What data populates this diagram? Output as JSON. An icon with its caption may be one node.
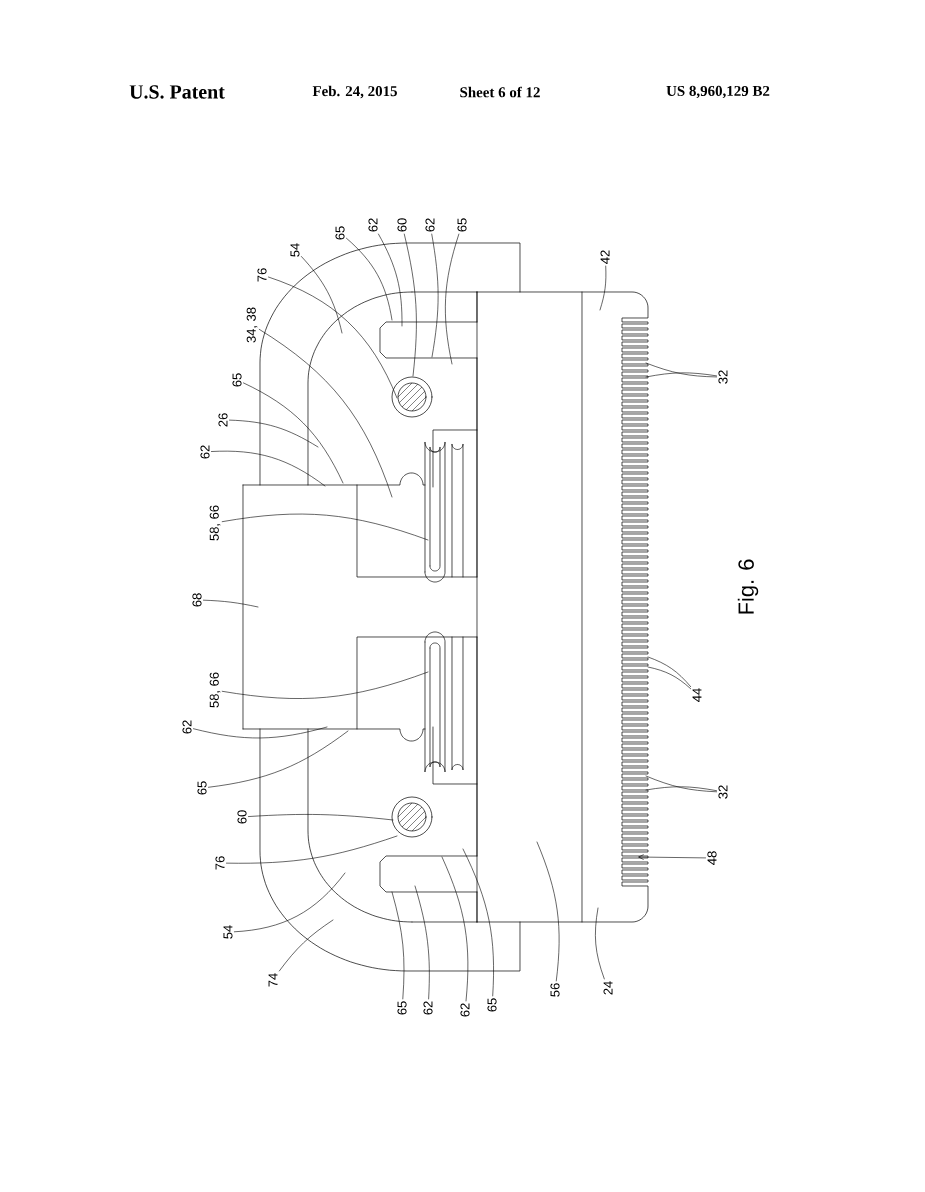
{
  "diagram": {
    "caption": "Fig. 6",
    "nodes": [
      {
        "text": [
          "65"
        ]
      },
      {
        "text": [
          "62"
        ]
      },
      {
        "text": [
          "60"
        ]
      },
      {
        "text": [
          "62"
        ]
      },
      {
        "text": [
          "65"
        ]
      },
      {
        "text": [
          "54"
        ]
      },
      {
        "text": [
          "76"
        ]
      },
      {
        "text": [
          "34, 38"
        ]
      },
      {
        "text": [
          "65"
        ]
      },
      {
        "text": [
          "26"
        ]
      },
      {
        "text": [
          "62"
        ]
      },
      {
        "text": [
          "58, 66"
        ]
      },
      {
        "text": [
          "68"
        ]
      },
      {
        "text": [
          "58, 66"
        ]
      },
      {
        "text": [
          "62"
        ]
      },
      {
        "text": [
          "65"
        ]
      },
      {
        "text": [
          "60"
        ]
      },
      {
        "text": [
          "76"
        ]
      },
      {
        "text": [
          "54"
        ]
      },
      {
        "text": [
          "74"
        ]
      },
      {
        "text": [
          "65"
        ]
      },
      {
        "text": [
          "62"
        ]
      },
      {
        "text": [
          "62"
        ]
      },
      {
        "text": [
          "65"
        ]
      },
      {
        "text": [
          "56"
        ]
      },
      {
        "text": [
          "42"
        ]
      },
      {
        "text": [
          "32"
        ]
      },
      {
        "text": [
          "44"
        ]
      },
      {
        "text": [
          "32"
        ]
      },
      {
        "text": [
          "48"
        ]
      },
      {
        "text": [
          "24"
        ]
      }
    ],
    "edges": [
      {
        "from": 0,
        "to": null,
        "arrow": "none"
      },
      {
        "from": 1,
        "to": null,
        "arrow": "none"
      },
      {
        "from": 2,
        "to": null,
        "arrow": "none"
      },
      {
        "from": 3,
        "to": null,
        "arrow": "none"
      },
      {
        "from": 4,
        "to": null,
        "arrow": "none"
      },
      {
        "from": 5,
        "to": null,
        "arrow": "none"
      },
      {
        "from": 6,
        "to": null,
        "arrow": "none"
      },
      {
        "from": 7,
        "to": null,
        "arrow": "none"
      },
      {
        "from": 8,
        "to": null,
        "arrow": "none"
      },
      {
        "from": 9,
        "to": null,
        "arrow": "none"
      },
      {
        "from": 10,
        "to": null,
        "arrow": "none"
      },
      {
        "from": 11,
        "to": null,
        "arrow": "none"
      },
      {
        "from": 12,
        "to": null,
        "arrow": "none"
      },
      {
        "from": 13,
        "to": null,
        "arrow": "none"
      },
      {
        "from": 14,
        "to": null,
        "arrow": "none"
      },
      {
        "from": 15,
        "to": null,
        "arrow": "none"
      },
      {
        "from": 16,
        "to": null,
        "arrow": "none"
      },
      {
        "from": 17,
        "to": null,
        "arrow": "none"
      },
      {
        "from": 18,
        "to": null,
        "arrow": "none"
      },
      {
        "from": 19,
        "to": null,
        "arrow": "none"
      },
      {
        "from": 20,
        "to": null,
        "arrow": "none"
      },
      {
        "from": 21,
        "to": null,
        "arrow": "none"
      },
      {
        "from": 22,
        "to": null,
        "arrow": "none"
      },
      {
        "from": 23,
        "to": null,
        "arrow": "none"
      },
      {
        "from": 24,
        "to": null,
        "arrow": "none"
      },
      {
        "from": 25,
        "to": null,
        "arrow": "none"
      },
      {
        "from": 26,
        "to": null,
        "arrow": "none"
      },
      {
        "from": 26,
        "to": null,
        "arrow": "none"
      },
      {
        "from": 27,
        "to": null,
        "arrow": "none"
      },
      {
        "from": 27,
        "to": null,
        "arrow": "none"
      },
      {
        "from": 28,
        "to": null,
        "arrow": "none"
      },
      {
        "from": 28,
        "to": null,
        "arrow": "none"
      },
      {
        "from": 29,
        "to": null,
        "arrow": "to"
      },
      {
        "from": 30,
        "to": null,
        "arrow": "none"
      }
    ],
    "labels": [
      "U.S. Patent",
      "Feb. 24, 2015",
      "Sheet 6 of 12",
      "US 8,960,129 B2"
    ]
  }
}
